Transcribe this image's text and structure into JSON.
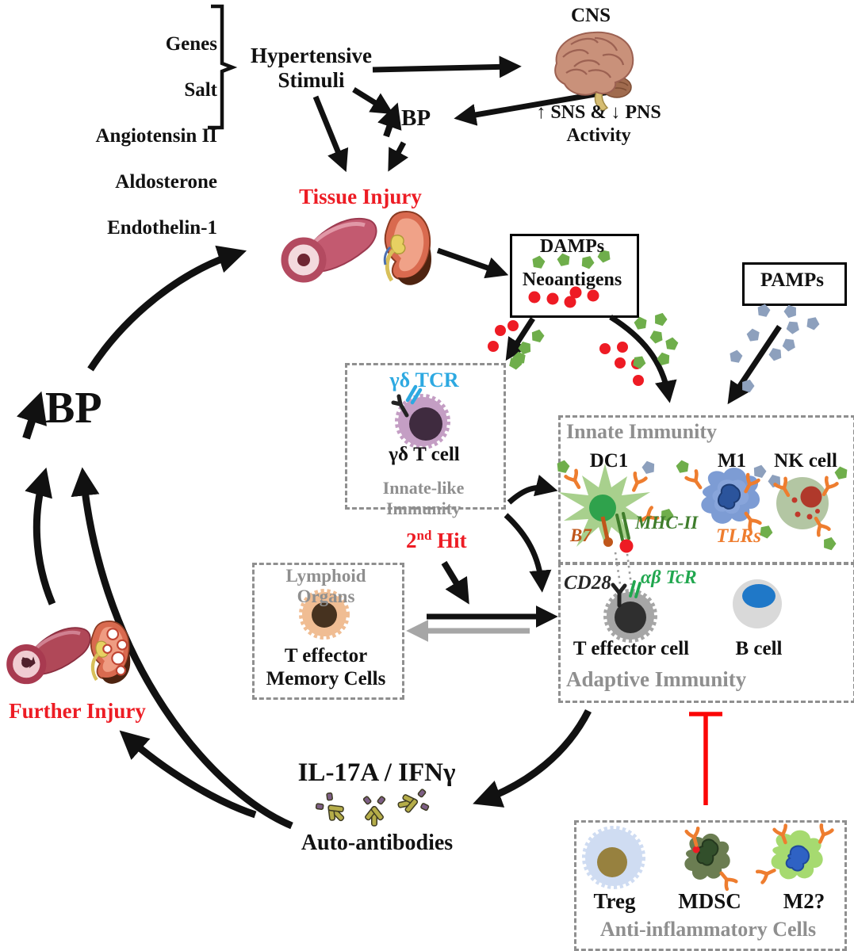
{
  "colors": {
    "accent_red": "#ed1c24",
    "inhibit_red": "#fb0606",
    "dot_red": "#ee1b24",
    "green_pentagon": "#6fae4b",
    "blue_pentagon": "#8da0bd",
    "receptor_orange": "#ee7d2f",
    "tcr_blue": "#2da9e1",
    "b7_brown": "#c0561a",
    "mhc_green": "#3f7d2c",
    "abtcr_green": "#21a74f",
    "gray_label": "#8f8f8f",
    "arrow_gray": "#a6a6a6",
    "antibody_olive": "#b5ad49",
    "antibody_purple": "#7d5f85"
  },
  "stimuli": {
    "items": [
      "Genes",
      "Salt",
      "Angiotensin II",
      "Aldosterone",
      "Endothelin-1"
    ],
    "label": "Hypertensive\nStimuli"
  },
  "cns": {
    "label": "CNS",
    "activity": "↑ SNS & ↓ PNS\nActivity"
  },
  "bp_top": "BP",
  "bp_left": "BP",
  "tissue_injury": "Tissue Injury",
  "damps_box": {
    "line1": "DAMPs",
    "line2": "Neoantigens"
  },
  "pamps_box": {
    "label": "PAMPs"
  },
  "innate_like": {
    "receptor": "γδ TCR",
    "cell": "γδ T cell",
    "title": "Innate-like Immunity"
  },
  "innate": {
    "title": "Innate Immunity",
    "dc1": "DC1",
    "m1": "M1",
    "nk": "NK cell",
    "b7": "B7",
    "mhc2": "MHC-II",
    "tlrs": "TLRs"
  },
  "adaptive": {
    "title": "Adaptive Immunity",
    "cd28": "CD28",
    "abtcr": "αβ TcR",
    "teff": "T effector cell",
    "bcell": "B cell"
  },
  "lymphoid": {
    "title": "Lymphoid Organs",
    "cells": "T effector\nMemory Cells"
  },
  "second_hit": {
    "num": "2",
    "sup": "nd",
    "word": " Hit"
  },
  "cytokines": "IL-17A / IFNγ",
  "autoantibodies": "Auto-antibodies",
  "further_injury": "Further Injury",
  "anti_inflammatory": {
    "title": "Anti-inflammatory Cells",
    "treg": "Treg",
    "mdsc": "MDSC",
    "m2": "M2?"
  }
}
